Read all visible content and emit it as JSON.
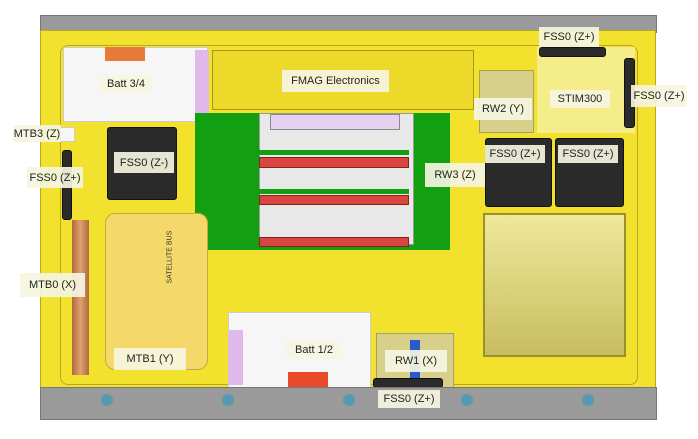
{
  "labels": {
    "fss0_top": "FSS0 (Z+)",
    "fmag": "FMAG Electronics",
    "batt34": "Batt 3/4",
    "stim300": "STIM300",
    "fss0_right": "FSS0 (Z+)",
    "rw2": "RW2 (Y)",
    "mtb3": "MTB3 (Z)",
    "fss0_zminus": "FSS0 (Z-)",
    "fss0_left": "FSS0 (Z+)",
    "rw3": "RW3 (Z)",
    "fss0_mid1": "FSS0 (Z+)",
    "fss0_mid2": "FSS0 (Z+)",
    "mtb0": "MTB0 (X)",
    "mtb1": "MTB1 (Y)",
    "batt12": "Batt 1/2",
    "rw1": "RW1 (X)",
    "fss0_bottom": "FSS0 (Z+)",
    "satellite_bus": "SATELLITE BUS"
  },
  "colors": {
    "chassis": "#f2e22e",
    "rail": "#9a9a9a",
    "board": "#12a012"
  }
}
